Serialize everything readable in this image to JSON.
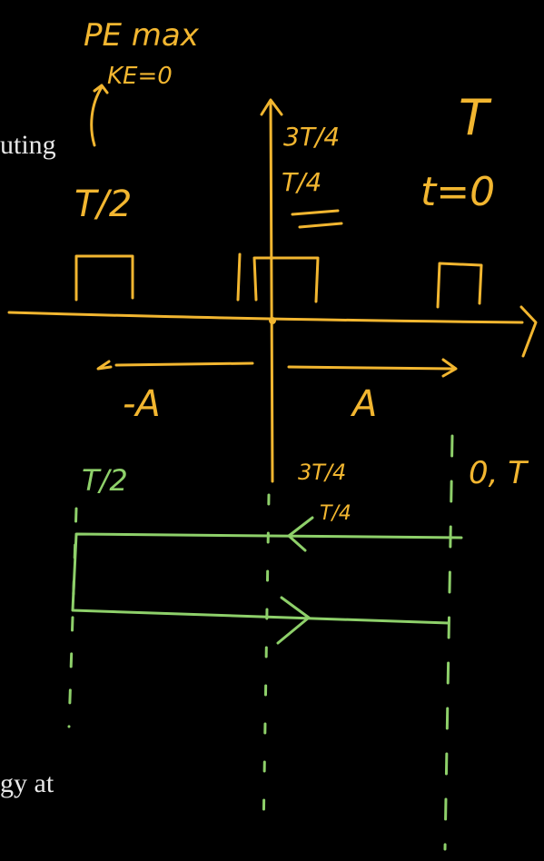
{
  "colors": {
    "background": "#000000",
    "yellow_ink": "#f2b630",
    "green_ink": "#8ed06a",
    "page_text": "#e8e8e8"
  },
  "text_fragments": {
    "top_left": "uting",
    "bottom_left": "gy at"
  },
  "annotations": {
    "pe_max": "PE max",
    "ke_zero": "KE=0",
    "t_half_top": "T/2",
    "three_t_quarter_top": "3T/4",
    "t_quarter_top": "T/4",
    "t_label": "T",
    "t_equals_zero": "t=0",
    "minus_a": "-A",
    "a": "A",
    "t_half_bottom": "T/2",
    "three_t_quarter_bottom": "3T/4",
    "t_quarter_bottom": "T/4",
    "zero_t": "0, T"
  }
}
